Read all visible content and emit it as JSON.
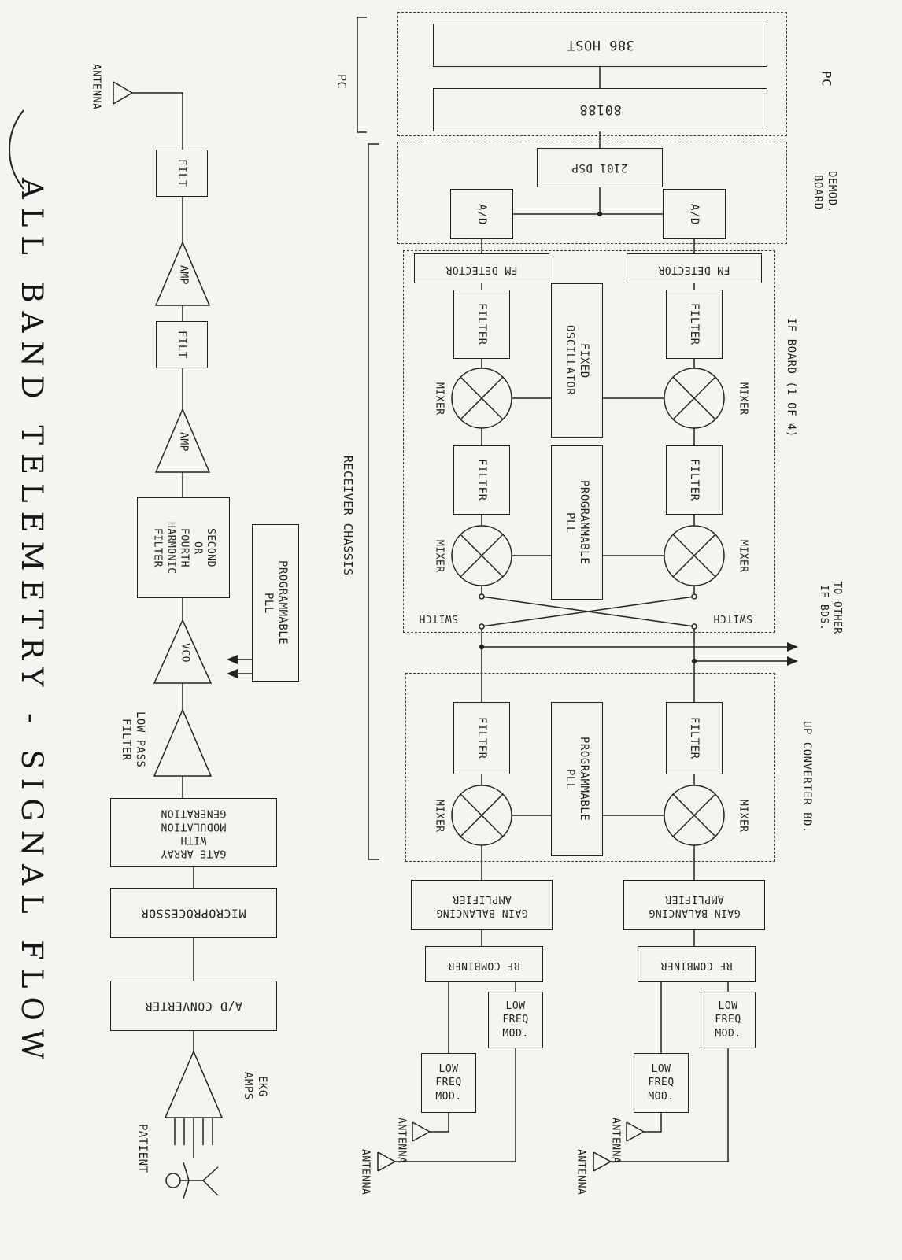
{
  "colors": {
    "ink": "#1f1f1f",
    "paper": "#f6f4ef"
  },
  "title": "ALL BAND TELEMETRY - SIGNAL FLOW",
  "transmit": {
    "antenna": "ANTENNA",
    "filt": "FILT",
    "amp": "AMP",
    "harmonic": "SECOND\nOR\nFOURTH\nHARMONIC\nFILTER",
    "vco": "VCO",
    "pll": "PROGRAMMABLE\nPLL",
    "lpf": "LOW PASS\nFILTER",
    "gate_array": "GATE ARRAY\nWITH\nMODULATION\nGENERATION",
    "micro": "MICROPROCESSOR",
    "adc": "A/D CONVERTER",
    "ekg": "EKG\nAMPS",
    "patient": "PATIENT"
  },
  "pc": {
    "label": "PC",
    "host": "386 HOST",
    "cpu": "80188"
  },
  "demod": {
    "label": "DEMOD.\nBOARD",
    "dsp": "2101 DSP",
    "ad": "A/D"
  },
  "if_board": {
    "label": "IF BOARD (1 OF 4)",
    "fm": "FM DETECTOR",
    "filter": "FILTER",
    "mixer": "MIXER",
    "fixed_osc": "FIXED\nOSCILLATOR",
    "pll": "PROGRAMMABLE\nPLL",
    "switch": "SWITCH",
    "to_other": "TO OTHER\nIF BDS."
  },
  "chassis": {
    "label": "RECEIVER CHASSIS"
  },
  "upconv": {
    "label": "UP CONVERTER BD.",
    "filter": "FILTER",
    "mixer": "MIXER",
    "pll": "PROGRAMMABLE\nPLL"
  },
  "frontend": {
    "gain": "GAIN BALANCING\nAMPLIFIER",
    "combiner": "RF COMBINER",
    "lfm": "LOW\nFREQ\nMOD.",
    "antenna": "ANTENNA"
  }
}
